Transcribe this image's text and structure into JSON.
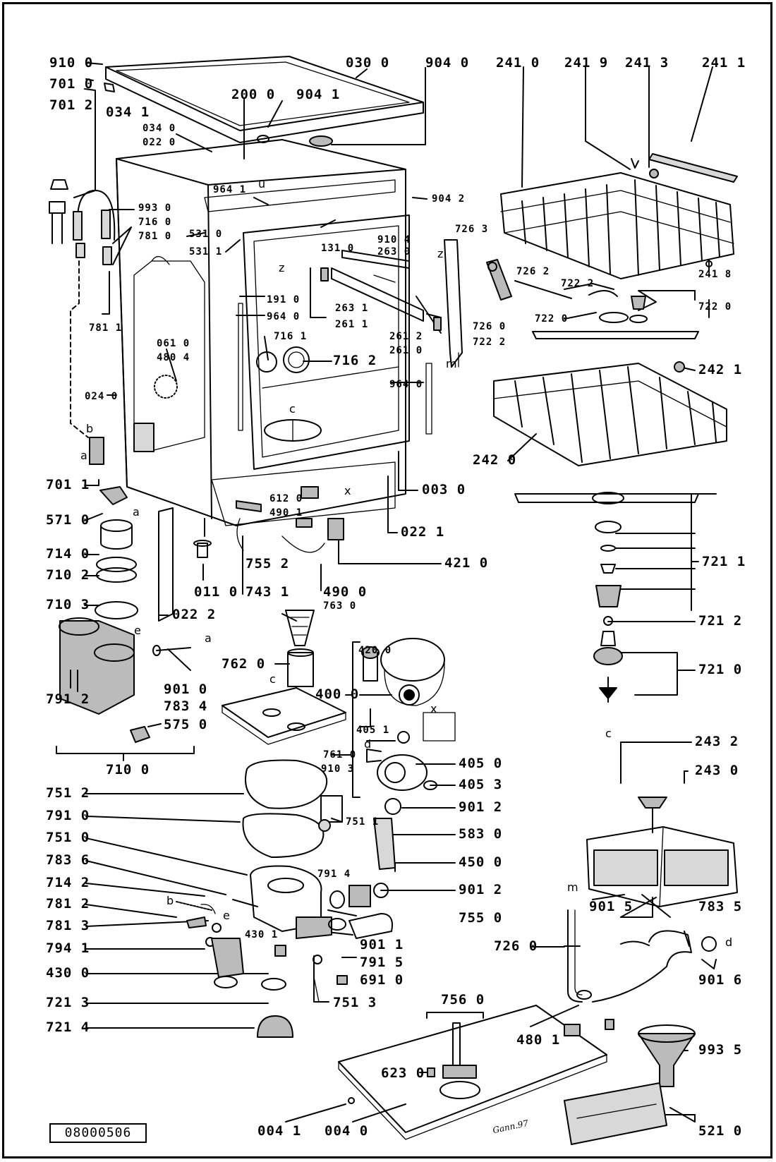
{
  "diagram": {
    "document_number": "08000506",
    "signature": "Gann.97",
    "labels": {
      "l9100": "910 0",
      "l7010": "701 0",
      "l7012": "701 2",
      "l0341": "034 1",
      "l0300": "030 0",
      "l9040": "904 0",
      "l2000": "200 0",
      "l9041": "904 1",
      "l0340": "034 0",
      "l0220": "022 0",
      "l9641": "964 1",
      "l9042": "904 2",
      "l9930": "993 0",
      "l7160": "716 0",
      "l7810": "781 0",
      "l5310": "531 0",
      "l5311": "531 1",
      "l1310": "131 0",
      "l9104": "910 4",
      "l2630": "263 0",
      "l7263": "726 3",
      "l7262": "726 2",
      "l1910": "191 0",
      "l9640a": "964 0",
      "l7811": "781 1",
      "l2631": "263 1",
      "l2611": "261 1",
      "l2612": "261 2",
      "l2610": "261 0",
      "l7260a": "726 0",
      "l7222b": "722 2",
      "l0610": "061 0",
      "l4804": "480 4",
      "l7161": "716 1",
      "l7162": "716 2",
      "l9640b": "964 0",
      "l0240": "024 0",
      "l7011": "701 1",
      "l6120": "612 0",
      "l4901": "490 1",
      "l0030": "003 0",
      "l5710": "571 0",
      "l0221": "022 1",
      "l4210": "421 0",
      "l7552": "755 2",
      "l7140": "714 0",
      "l7102": "710 2",
      "l0110": "011 0",
      "l7431": "743 1",
      "l4900": "490 0",
      "l7103": "710 3",
      "l0222": "022 2",
      "l7630": "763 0",
      "l7620": "762 0",
      "l7912": "791 2",
      "l9010": "901 0",
      "l7834": "783 4",
      "l5750": "575 0",
      "l7100": "710 0",
      "l4200": "420 0",
      "l4000": "400 0",
      "l4051": "405 1",
      "l7610": "761 0",
      "l9103": "910 3",
      "l4050": "405 0",
      "l4053": "405 3",
      "l7512": "751 2",
      "l9012a": "901 2",
      "l7910": "791 0",
      "l7511": "751 1",
      "l5830": "583 0",
      "l7510": "751 0",
      "l4500": "450 0",
      "l7836": "783 6",
      "l7914": "791 4",
      "l7142": "714 2",
      "l9012b": "901 2",
      "l7812": "781 2",
      "l7550": "755 0",
      "l7813": "781 3",
      "l4301": "430 1",
      "l9011": "901 1",
      "l7941": "794 1",
      "l7915": "791 5",
      "l4300": "430 0",
      "l6910": "691 0",
      "l7213": "721 3",
      "l7513": "751 3",
      "l7214": "721 4",
      "l7560": "756 0",
      "l6230": "623 0",
      "l4801": "480 1",
      "l0041": "004 1",
      "l0040": "004 0",
      "l5210": "521 0",
      "l2410": "241 0",
      "l2419": "241 9",
      "l2413": "241 3",
      "l2411": "241 1",
      "l2418": "241 8",
      "l7222a": "722 2",
      "l7220a": "722 0",
      "l7220b": "722 0",
      "l2421": "242 1",
      "l2420": "242 0",
      "l7211": "721 1",
      "l7212": "721 2",
      "l7210": "721 0",
      "l2432": "243 2",
      "l2430": "243 0",
      "l9015": "901 5",
      "l7835": "783 5",
      "l7260b": "726 0",
      "l9016": "901 6",
      "l9935": "993 5"
    },
    "letters": {
      "z1": "z",
      "z2": "z",
      "u": "u",
      "m": "m",
      "c1": "c",
      "x1": "x",
      "b1": "b",
      "a1": "a",
      "a2": "a",
      "a3": "a",
      "e1": "e",
      "c2": "c",
      "x2": "x",
      "d1": "d",
      "c3": "c",
      "m2": "m",
      "d2": "d",
      "b2": "b",
      "e2": "e"
    }
  }
}
